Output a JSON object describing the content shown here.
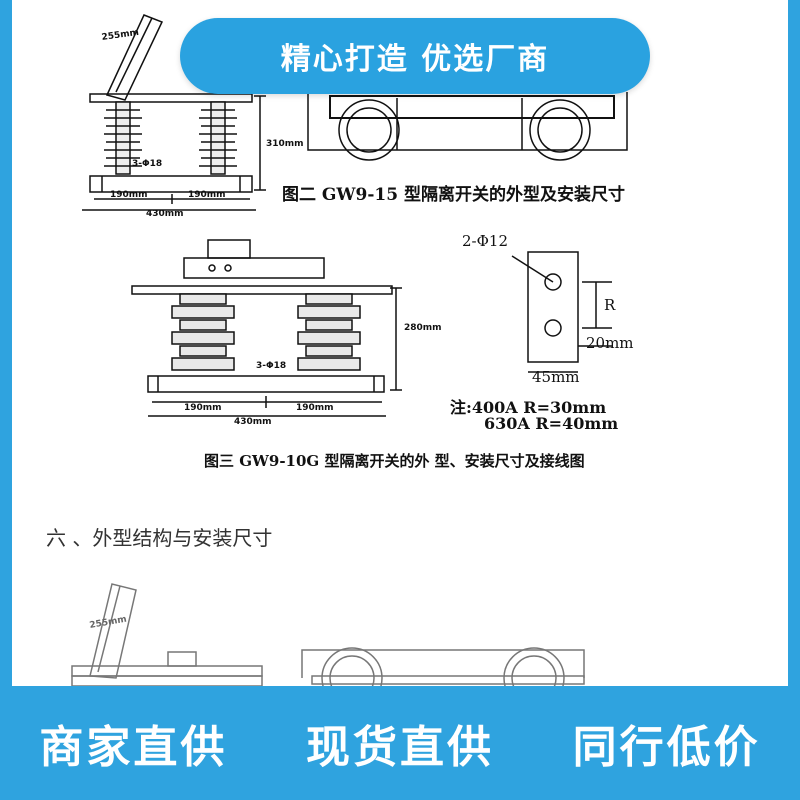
{
  "banner": {
    "text": "精心打造 优选厂商"
  },
  "figure2": {
    "caption": "图二 GW9-15 型隔离开关的外型及安装尺寸",
    "dims": {
      "arm": "255mm",
      "height": "310mm",
      "holes": "3-Φ18",
      "left": "190mm",
      "right": "190mm",
      "total": "430mm"
    }
  },
  "figure3": {
    "caption": "图三 GW9-10G 型隔离开关的外 型、安装尺寸及接线图",
    "dims": {
      "height": "280mm",
      "holes": "3-Φ18",
      "left": "190mm",
      "right": "190mm",
      "total": "430mm"
    },
    "terminal": {
      "holes": "2-Φ12",
      "r_label": "R",
      "offset": "20mm",
      "width": "45mm"
    },
    "notes": [
      "注:400A R=30mm",
      "630A R=40mm"
    ]
  },
  "section": {
    "heading": "六 、外型结构与安装尺寸"
  },
  "figure4": {
    "dims": {
      "arm": "255mm"
    }
  },
  "bottom": {
    "items": [
      "商家直供",
      "现货直供",
      "同行低价"
    ]
  },
  "colors": {
    "frame": "#2fa3df",
    "banner": "#2aa2e0",
    "page": "#ffffff",
    "ink": "#111111"
  }
}
